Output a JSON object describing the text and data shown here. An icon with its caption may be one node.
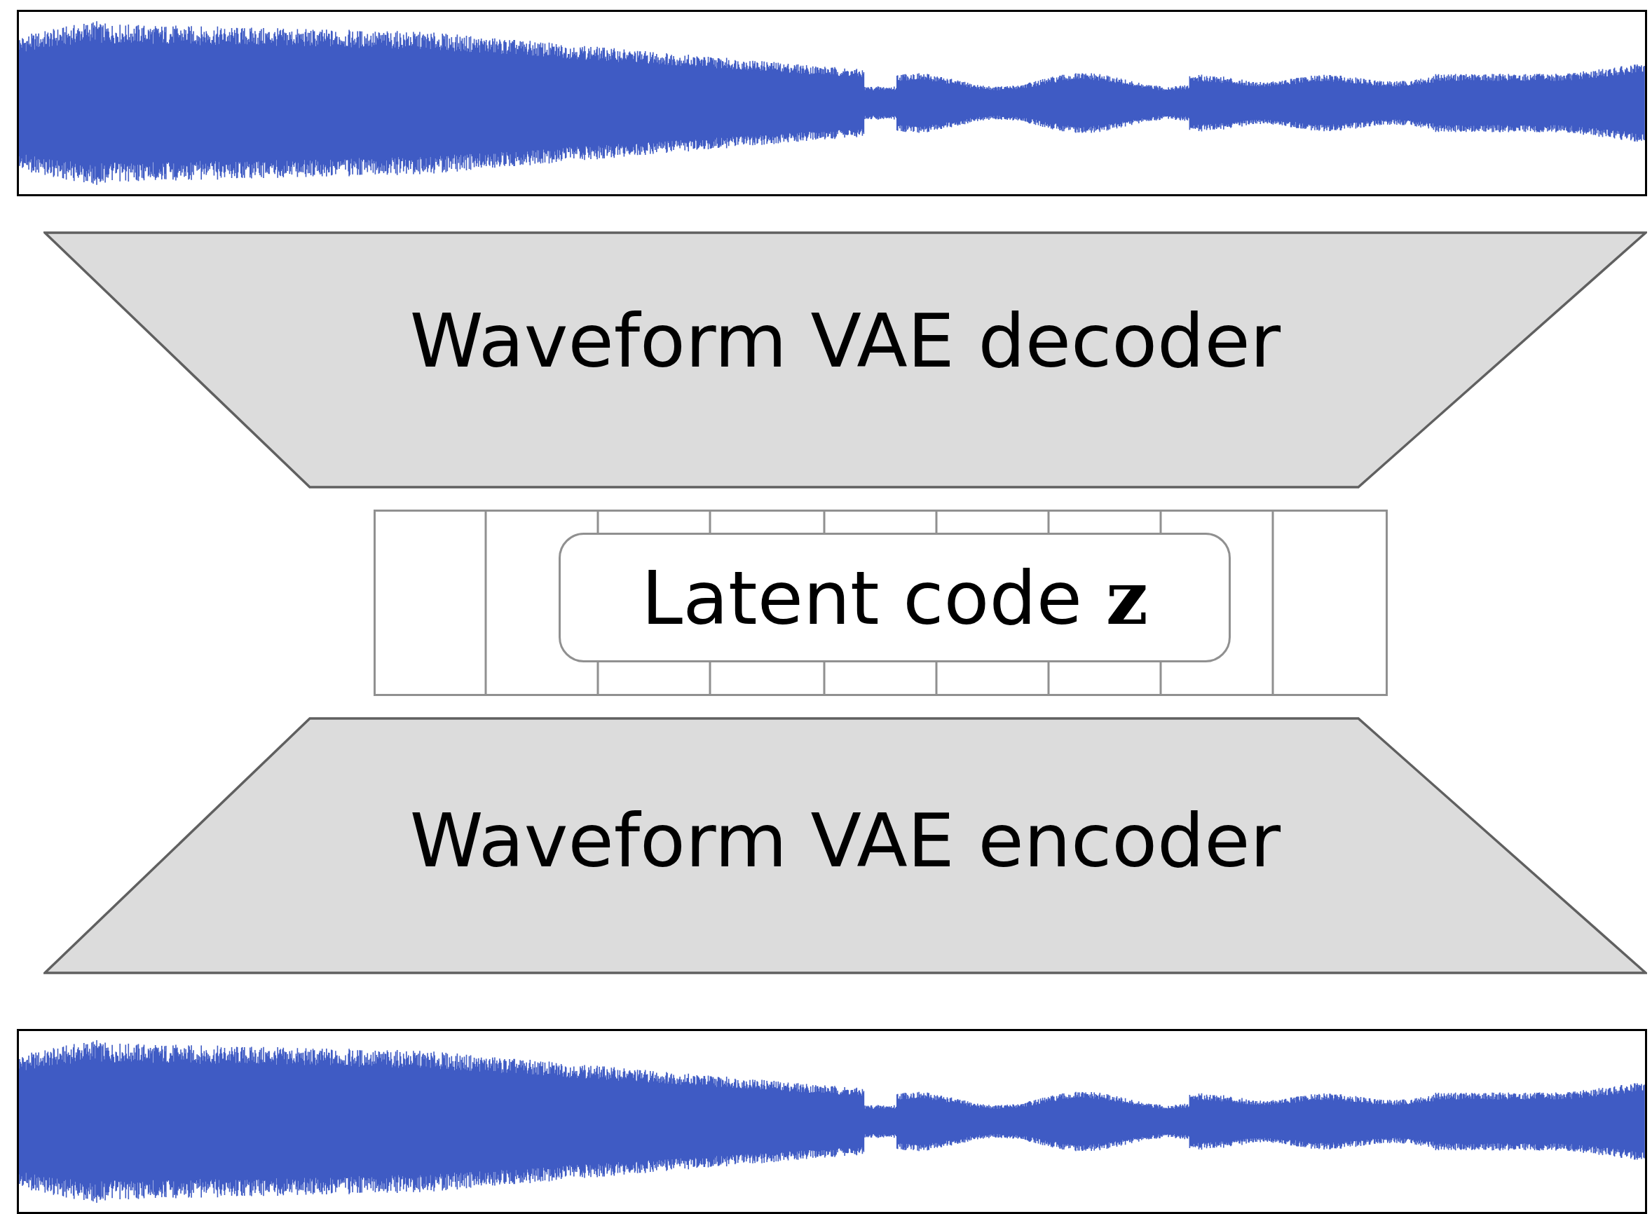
{
  "diagram": {
    "nodes": [
      {
        "text": [],
        "shape": "picture"
      },
      {
        "text": [
          "Waveform VAE decoder"
        ]
      },
      {
        "text": [],
        "shape": "box"
      },
      {
        "text": [
          "Latent code **z**"
        ],
        "in": 2
      },
      {
        "text": [
          "Waveform VAE encoder"
        ]
      },
      {
        "text": [],
        "shape": "picture"
      }
    ]
  }
}
